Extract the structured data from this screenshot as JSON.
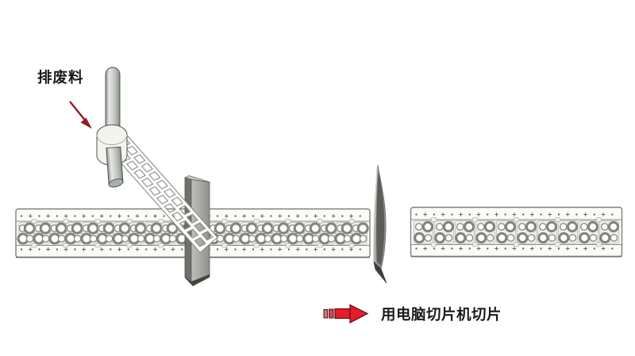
{
  "labels": {
    "waste_discharge": "排废料",
    "slicing_caption": "用电脑切片机切片"
  },
  "colors": {
    "background": "#ffffff",
    "ink": "#1a1a1a",
    "annotation_arrow": "#8c2127",
    "caption_arrow_fill": "#e81c28",
    "caption_arrow_fade": "#d4737b",
    "caption_arrow_outline": "#501016",
    "strip_border": "#80807c",
    "strip_fill": "#fbfbf9",
    "cell_fill": "#f0efeb",
    "cell_border": "#b3b3af",
    "ring_thick": "#82827e",
    "ring_thin": "#8c8c88",
    "index_mark": "#5a5a56",
    "blade_side": "#70706c",
    "blade_top": "#c6c6c2",
    "blade_bottom": "#454541",
    "thin_blade": "#8f8f8b",
    "thin_blade_dark": "#5c5c58",
    "thin_blade_tip": "#3f3f3d",
    "spool_fill": "#f5f4ec",
    "rod_outline": "#4a4a46",
    "rod_cap": "#a9afa9",
    "ladder_frame": "#fdfdfc",
    "ladder_line": "#83837f"
  },
  "diagram": {
    "left_strip": {
      "cells": 22
    },
    "right_strip": {
      "cells": 10
    },
    "ladder": {
      "rows": 12,
      "cols": 2
    }
  }
}
